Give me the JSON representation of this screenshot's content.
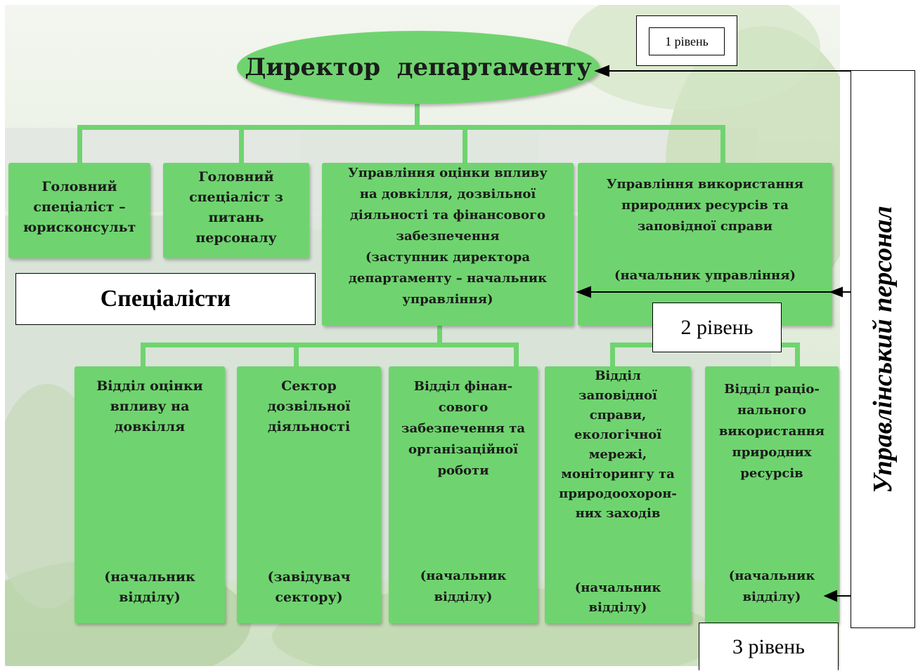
{
  "director": "Директор  департаменту",
  "level1": "1 рівень",
  "level2": "2 рівень",
  "level3": "3 рівень",
  "specialists": "Спеціалісти",
  "management_staff": "Управлінський персонал",
  "top_boxes": [
    {
      "text": "Головний\nспеціаліст –\nюрисконсульт"
    },
    {
      "text": "Головний\nспеціаліст з\nпитань\nперсоналу"
    },
    {
      "text": "Управління оцінки впливу\nна довкілля, дозвільної\nдіяльності та фінансового\nзабезпечення\n(заступник директора\nдепартаменту – начальник\nуправління)"
    },
    {
      "text": "Управління використання\nприродних ресурсів та\nзаповідної справи",
      "sub": "(начальник управління)"
    }
  ],
  "bottom_boxes": [
    {
      "text": "Відділ оцінки\nвпливу на\nдовкілля",
      "sub": "(начальник\nвідділу)"
    },
    {
      "text": "Сектор\nдозвільної\nдіяльності",
      "sub": "(завідувач\nсектору)"
    },
    {
      "text": "Відділ фінан-\nсового\nзабезпечення та\nорганізаційної\nроботи",
      "sub": "(начальник\nвідділу)"
    },
    {
      "text": "Відділ\nзаповідної\nсправи,\nекологічної\nмережі,\nмоніторингу та\nприродоохорон-\nних заходів",
      "sub": "(начальник\nвідділу)"
    },
    {
      "text": "Відділ раціо-\nнального\nвикористання\nприродних\nресурсів",
      "sub": "(начальник\nвідділу)"
    }
  ],
  "colors": {
    "box_green": "#6fd46f",
    "background_tint": "#dcecd6"
  }
}
